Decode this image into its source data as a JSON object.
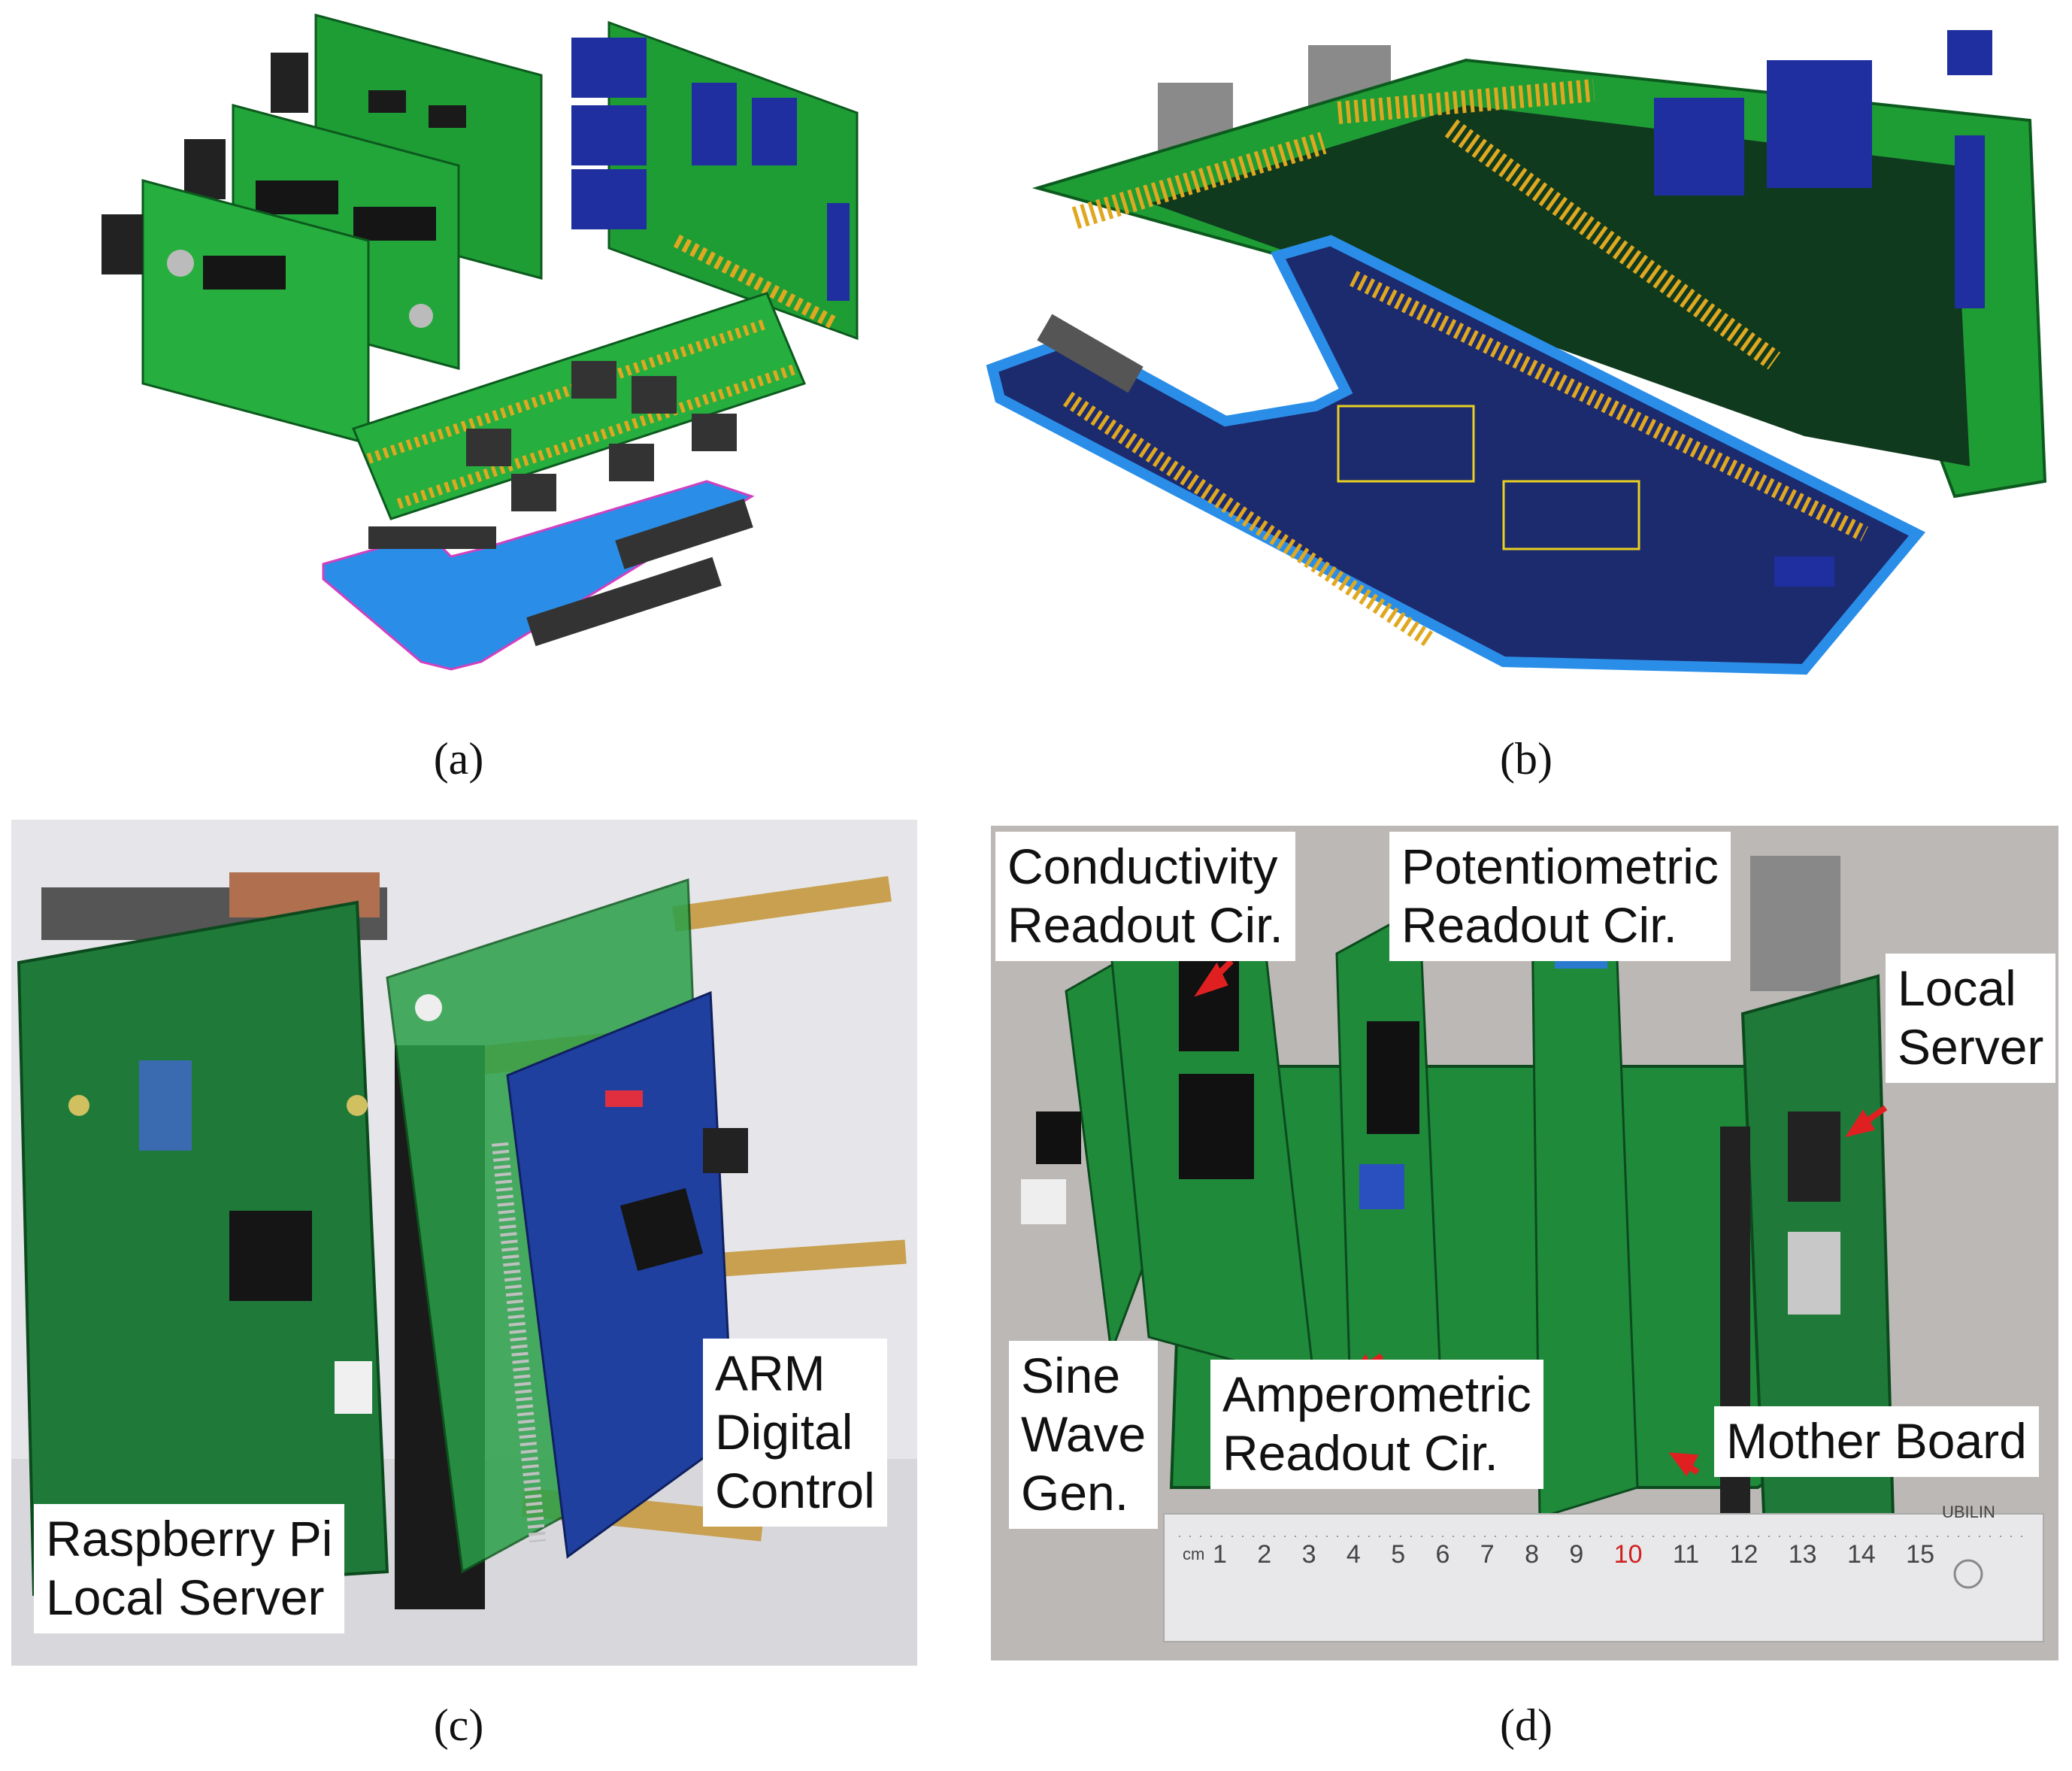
{
  "captions": {
    "a": "(a)",
    "b": "(b)",
    "c": "(c)",
    "d": "(d)"
  },
  "panel_c_labels": {
    "raspberry": [
      "Raspberry Pi",
      "Local Server"
    ],
    "arm": [
      "ARM",
      "Digital",
      "Control"
    ]
  },
  "panel_d_labels": {
    "conductivity": [
      "Conductivity",
      "Readout Cir."
    ],
    "potentiometric": [
      "Potentiometric",
      "Readout Cir."
    ],
    "local_server": [
      "Local",
      "Server"
    ],
    "sine": [
      "Sine",
      "Wave",
      "Gen."
    ],
    "amperometric": [
      "Amperometric",
      "Readout Cir."
    ],
    "mother_board": "Mother Board"
  },
  "ruler": {
    "unit": "cm",
    "ticks": [
      "1",
      "2",
      "3",
      "4",
      "5",
      "6",
      "7",
      "8",
      "9",
      "10",
      "11",
      "12",
      "13",
      "14",
      "15"
    ],
    "brand": "UBILIN"
  },
  "colors": {
    "pcb_green": "#1f9d35",
    "pcb_dark": "#0f3a1e",
    "pcb_blue": "#1c2a6e",
    "pcb_cyan": "#2a8ee8",
    "pin_gold": "#e0a820",
    "arrow_red": "#e02020"
  }
}
